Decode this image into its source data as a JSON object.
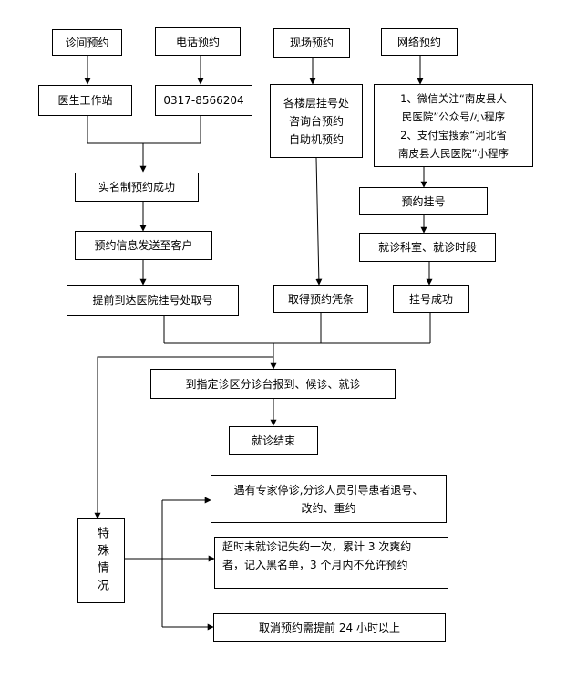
{
  "nodes": {
    "clinic": "诊间预约",
    "phone": "电话预约",
    "onsite": "现场预约",
    "online": "网络预约",
    "doctor_station": "医生工作站",
    "phone_number": "0317-8566204",
    "onsite_lines": [
      "各楼层挂号处",
      "咨询台预约",
      "自助机预约"
    ],
    "online_lines": [
      "1、微信关注“南皮县人",
      "民医院”公众号/小程序",
      "2、支付宝搜索“河北省",
      "南皮县人民医院”小程序"
    ],
    "realname_success": "实名制预约成功",
    "info_sent": "预约信息发送至客户",
    "pickup_early": "提前到达医院挂号处取号",
    "get_voucher": "取得预约凭条",
    "book_register": "预约挂号",
    "dept_time": "就诊科室、就诊时段",
    "register_success": "挂号成功",
    "report_clinic": "到指定诊区分诊台报到、候诊、就诊",
    "visit_end": "就诊结束",
    "special": "特殊情况",
    "special_1_lines": [
      "遇有专家停诊,分诊人员引导患者退号、",
      "改约、重约"
    ],
    "special_2_lines": [
      "超时未就诊记失约一次，累计 3 次爽约",
      "者，记入黑名单，3 个月内不允许预约"
    ],
    "special_3": "取消预约需提前 24 小时以上"
  }
}
